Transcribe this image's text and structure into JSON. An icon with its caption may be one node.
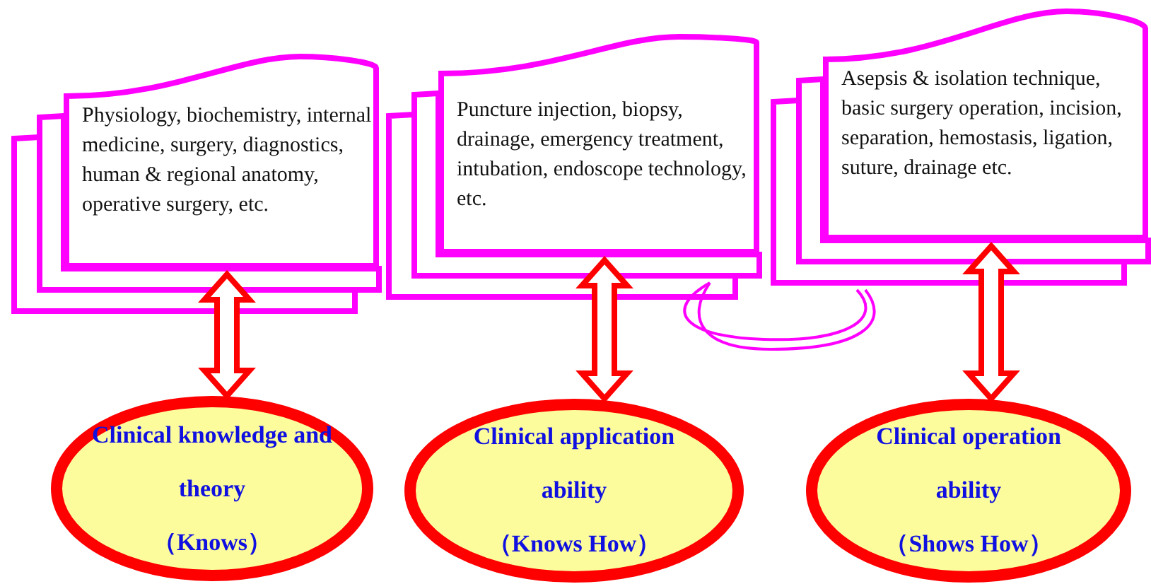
{
  "diagram": {
    "nodes": [
      {
        "text": [
          "Physiology, biochemistry, internal medicine, surgery, diagnostics, human & regional anatomy, operative surgery, etc."
        ]
      },
      {
        "text": [
          "Puncture injection, biopsy, drainage, emergency treatment, intubation, endoscope technology, etc."
        ]
      },
      {
        "text": [
          "Asepsis & isolation technique, basic surgery operation, incision, separation, hemostasis, ligation, suture, drainage etc."
        ]
      },
      {
        "text": [
          "Clinical knowledge and theory",
          "（Knows）"
        ]
      },
      {
        "text": [
          "Clinical application ability",
          "（Knows How）"
        ]
      },
      {
        "text": [
          "Clinical operation ability",
          "（Shows How）"
        ]
      }
    ],
    "edges": [
      {
        "from": 0,
        "to": 3,
        "arrow": "both"
      },
      {
        "from": 1,
        "to": 4,
        "arrow": "both"
      },
      {
        "from": 2,
        "to": 5,
        "arrow": "both"
      }
    ]
  }
}
